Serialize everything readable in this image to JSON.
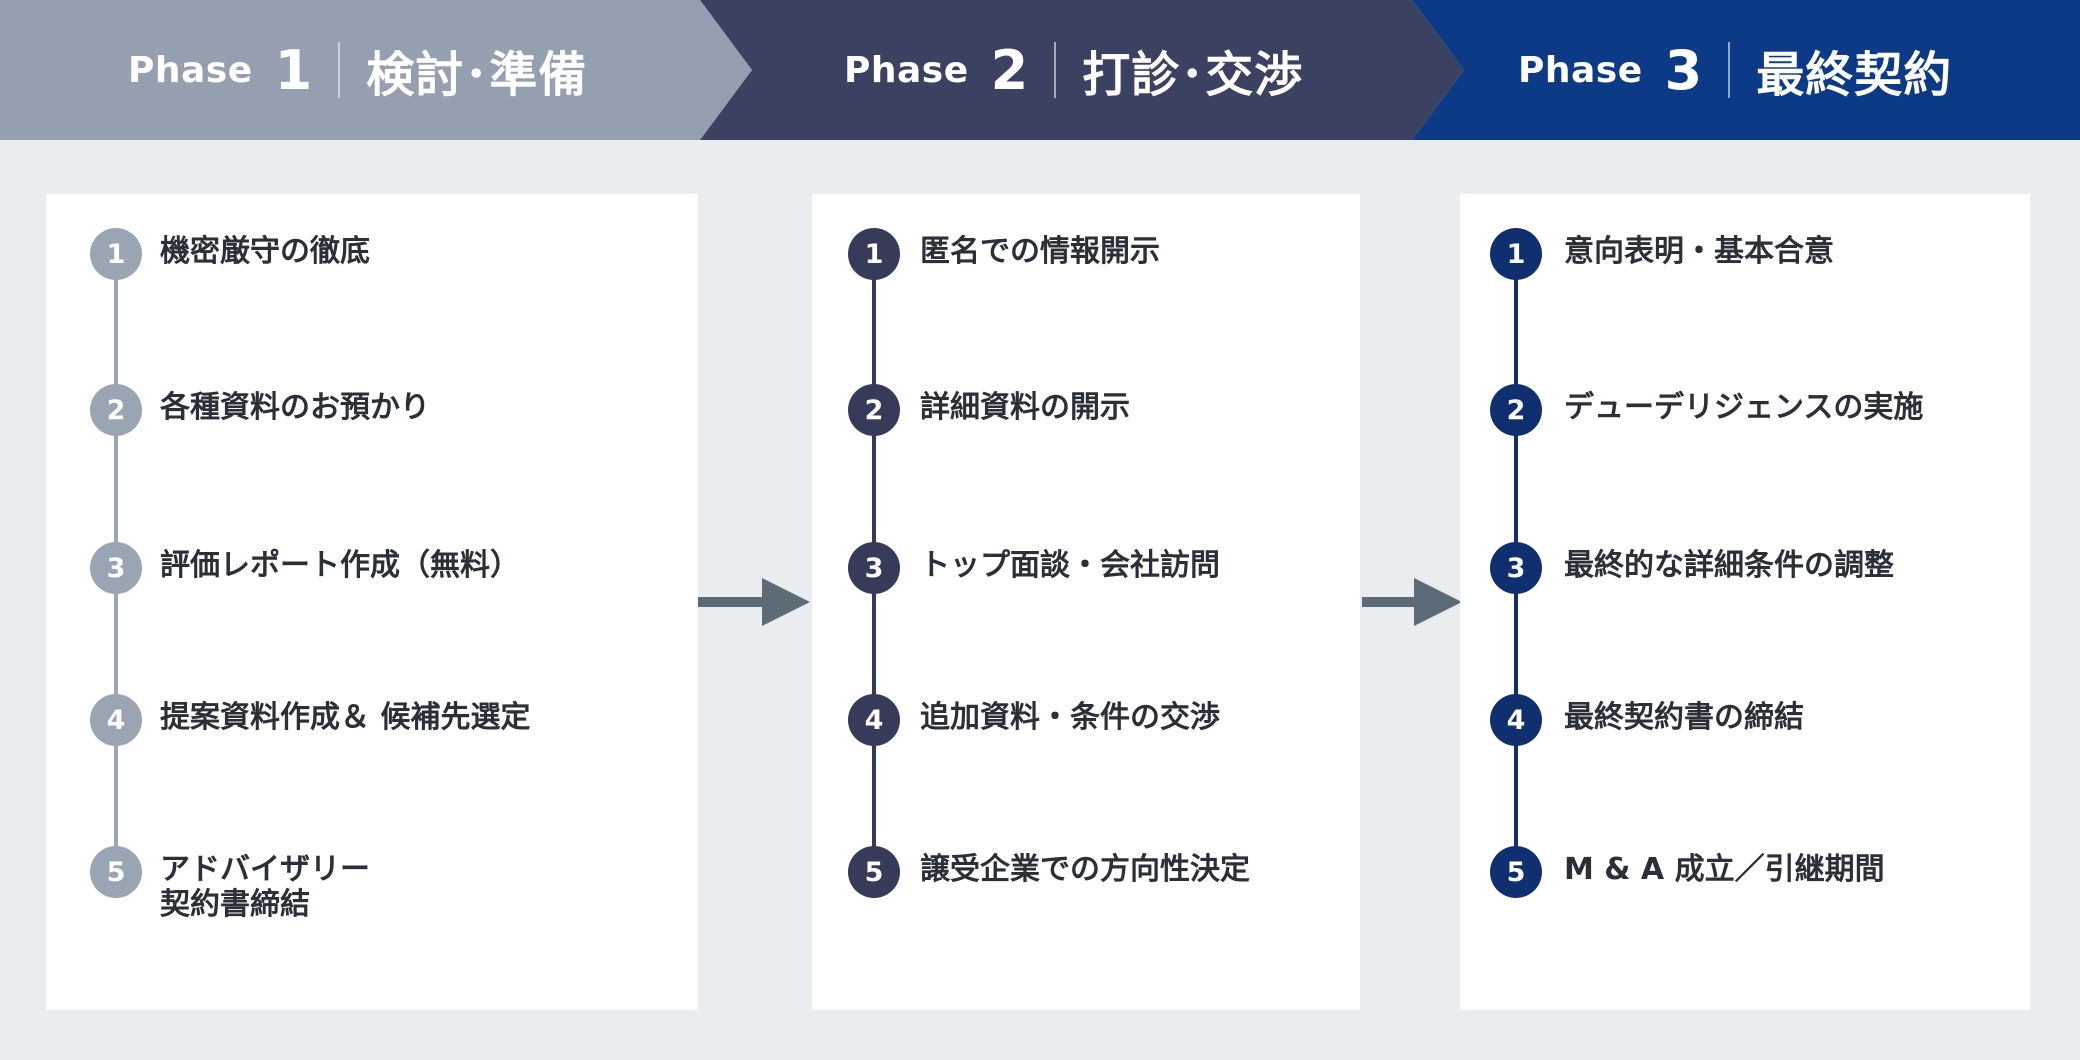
{
  "phases": [
    {
      "word": "Phase",
      "number": "1",
      "title": "検討･準備",
      "color": "#949fb0",
      "step_color": "#9aa5b4",
      "steps": [
        {
          "number": "1",
          "text": "機密厳守の徹底",
          "text2": ""
        },
        {
          "number": "2",
          "text": "各種資料のお預かり",
          "text2": ""
        },
        {
          "number": "3",
          "text": "評価レポート作成（無料）",
          "text2": ""
        },
        {
          "number": "4",
          "text": "提案資料作成＆ 候補先選定",
          "text2": ""
        },
        {
          "number": "5",
          "text": "アドバイザリー",
          "text2": "契約書締結"
        }
      ]
    },
    {
      "word": "Phase",
      "number": "2",
      "title": "打診･交渉",
      "color": "#3b4261",
      "step_color": "#353b58",
      "steps": [
        {
          "number": "1",
          "text": "匿名での情報開示",
          "text2": ""
        },
        {
          "number": "2",
          "text": "詳細資料の開示",
          "text2": ""
        },
        {
          "number": "3",
          "text": "トップ面談・会社訪問",
          "text2": ""
        },
        {
          "number": "4",
          "text": "追加資料・条件の交渉",
          "text2": ""
        },
        {
          "number": "5",
          "text": "譲受企業での方向性決定",
          "text2": ""
        }
      ]
    },
    {
      "word": "Phase",
      "number": "3",
      "title": "最終契約",
      "color": "#0c3a87",
      "step_color": "#0f2f6e",
      "steps": [
        {
          "number": "1",
          "text": "意向表明・基本合意",
          "text2": ""
        },
        {
          "number": "2",
          "text": "デューデリジェンスの実施",
          "text2": ""
        },
        {
          "number": "3",
          "text": "最終的な詳細条件の調整",
          "text2": ""
        },
        {
          "number": "4",
          "text": "最終契約書の締結",
          "text2": ""
        },
        {
          "number": "5",
          "text": "M & A 成立／引継期間",
          "text2": ""
        }
      ]
    }
  ],
  "colors": {
    "background": "#e9edf0",
    "card": "#ffffff",
    "arrow": "#5d6b77",
    "text": "#2b2f38"
  }
}
